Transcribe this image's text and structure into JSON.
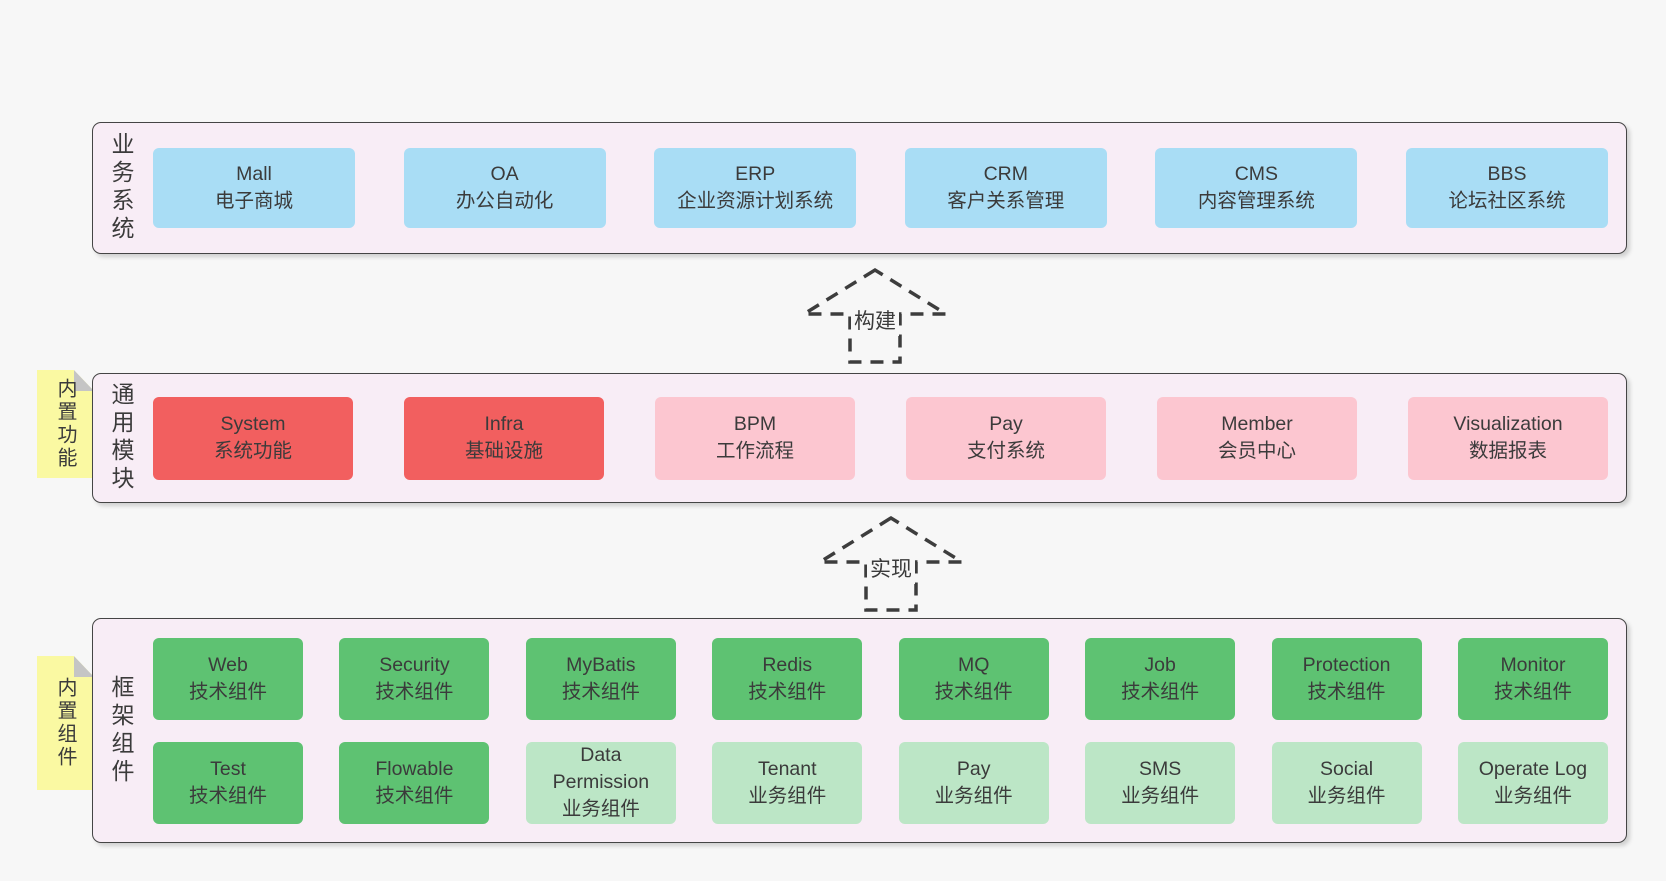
{
  "colors": {
    "page_bg": "#f7f7f7",
    "container_fill": "#f8edf6",
    "container_border": "#454545",
    "text": "#3b3b3b",
    "note_bg": "#faf9a2",
    "note_fold": "#c5c5c5",
    "arrow_stroke": "#3d3d3d",
    "blue": "#a9ddf5",
    "red": "#f25f5f",
    "pink": "#fcc6d0",
    "green": "#5ec272",
    "lightgreen": "#bce6c6"
  },
  "sections": [
    {
      "id": "business",
      "label": "业务系统",
      "note": null,
      "rows": [
        [
          {
            "title": "Mall",
            "subtitle": "电子商城",
            "variant": "blue"
          },
          {
            "title": "OA",
            "subtitle": "办公自动化",
            "variant": "blue"
          },
          {
            "title": "ERP",
            "subtitle": "企业资源计划系统",
            "variant": "blue"
          },
          {
            "title": "CRM",
            "subtitle": "客户关系管理",
            "variant": "blue"
          },
          {
            "title": "CMS",
            "subtitle": "内容管理系统",
            "variant": "blue"
          },
          {
            "title": "BBS",
            "subtitle": "论坛社区系统",
            "variant": "blue"
          }
        ]
      ]
    },
    {
      "id": "modules",
      "label": "通用模块",
      "note": "内置功能",
      "rows": [
        [
          {
            "title": "System",
            "subtitle": "系统功能",
            "variant": "red"
          },
          {
            "title": "Infra",
            "subtitle": "基础设施",
            "variant": "red"
          },
          {
            "title": "BPM",
            "subtitle": "工作流程",
            "variant": "pink"
          },
          {
            "title": "Pay",
            "subtitle": "支付系统",
            "variant": "pink"
          },
          {
            "title": "Member",
            "subtitle": "会员中心",
            "variant": "pink"
          },
          {
            "title": "Visualization",
            "subtitle": "数据报表",
            "variant": "pink"
          }
        ]
      ]
    },
    {
      "id": "framework",
      "label": "框架组件",
      "note": "内置组件",
      "rows": [
        [
          {
            "title": "Web",
            "subtitle": "技术组件",
            "variant": "green"
          },
          {
            "title": "Security",
            "subtitle": "技术组件",
            "variant": "green"
          },
          {
            "title": "MyBatis",
            "subtitle": "技术组件",
            "variant": "green"
          },
          {
            "title": "Redis",
            "subtitle": "技术组件",
            "variant": "green"
          },
          {
            "title": "MQ",
            "subtitle": "技术组件",
            "variant": "green"
          },
          {
            "title": "Job",
            "subtitle": "技术组件",
            "variant": "green"
          },
          {
            "title": "Protection",
            "subtitle": "技术组件",
            "variant": "green"
          },
          {
            "title": "Monitor",
            "subtitle": "技术组件",
            "variant": "green"
          }
        ],
        [
          {
            "title": "Test",
            "subtitle": "技术组件",
            "variant": "green"
          },
          {
            "title": "Flowable",
            "subtitle": "技术组件",
            "variant": "green"
          },
          {
            "title": "Data Permission",
            "subtitle": "业务组件",
            "variant": "lightgreen"
          },
          {
            "title": "Tenant",
            "subtitle": "业务组件",
            "variant": "lightgreen"
          },
          {
            "title": "Pay",
            "subtitle": "业务组件",
            "variant": "lightgreen"
          },
          {
            "title": "SMS",
            "subtitle": "业务组件",
            "variant": "lightgreen"
          },
          {
            "title": "Social",
            "subtitle": "业务组件",
            "variant": "lightgreen"
          },
          {
            "title": "Operate Log",
            "subtitle": "业务组件",
            "variant": "lightgreen"
          }
        ]
      ]
    }
  ],
  "arrows": [
    {
      "id": "build",
      "label": "构建"
    },
    {
      "id": "implement",
      "label": "实现"
    }
  ]
}
